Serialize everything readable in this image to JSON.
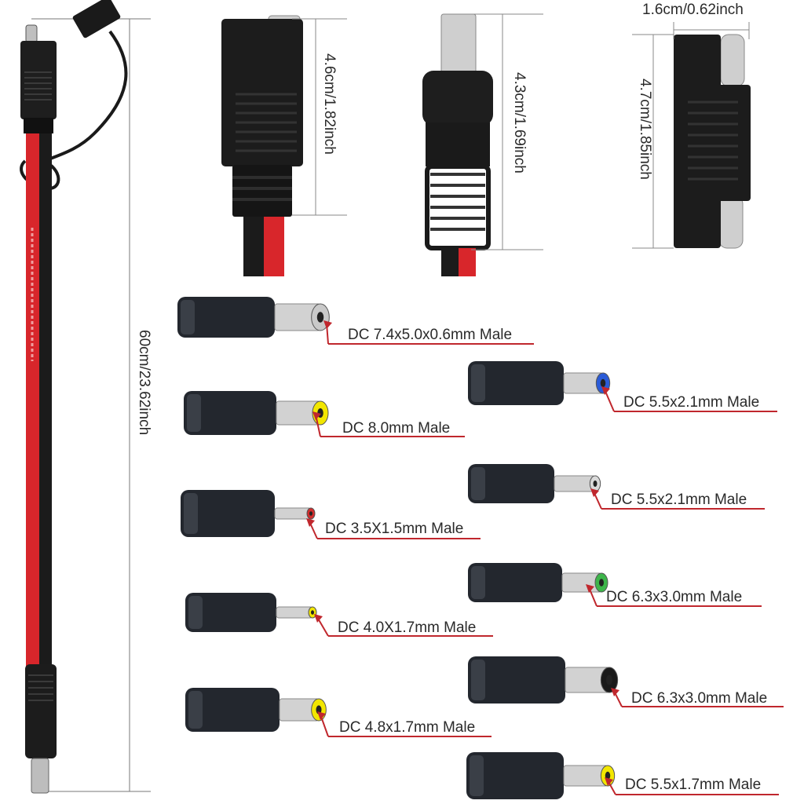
{
  "dimensions": {
    "cable_length": "60cm/23.62inch",
    "sae_plug_length": "4.6cm/1.82inch",
    "dc_plug_length": "4.3cm/1.69inch",
    "adapter_length": "4.7cm/1.85inch",
    "adapter_width": "1.6cm/0.62inch"
  },
  "cable_print": "GIX&ST&C&S&P&4&W&PD&E&S&T&O&O&L",
  "adapters": [
    {
      "label": "DC 7.4x5.0x0.6mm Male",
      "tip_color": "#c9c9c9"
    },
    {
      "label": "DC 8.0mm Male",
      "tip_color": "#f2e600"
    },
    {
      "label": "DC 3.5X1.5mm Male",
      "tip_color": "#d22d2d"
    },
    {
      "label": "DC 4.0X1.7mm Male",
      "tip_color": "#f2e600"
    },
    {
      "label": "DC 4.8x1.7mm Male",
      "tip_color": "#f2e600"
    },
    {
      "label": "DC 5.5x2.1mm Male",
      "tip_color": "#2a5bd7"
    },
    {
      "label": "DC 5.5x2.1mm Male",
      "tip_color": "#d9d9d9"
    },
    {
      "label": "DC 6.3x3.0mm Male",
      "tip_color": "#3db54a"
    },
    {
      "label": "DC 6.3x3.0mm Male",
      "tip_color": "#1a1a1a"
    },
    {
      "label": "DC 5.5x1.7mm Male",
      "tip_color": "#f2e600"
    }
  ],
  "colors": {
    "arrow": "#c0272d",
    "wire_red": "#d8262b",
    "wire_black": "#1b1b1b"
  }
}
